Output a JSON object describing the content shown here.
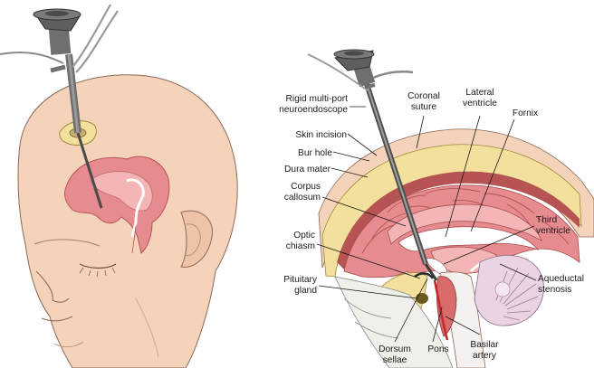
{
  "labels": {
    "endoscope": [
      "Rigid multi-port",
      "neuroendoscope"
    ],
    "skin": "Skin incision",
    "burr": "Bur hole",
    "dura": "Dura mater",
    "corpus": [
      "Corpus",
      "callosum"
    ],
    "optic": [
      "Optic",
      "chiasm"
    ],
    "pituitary": [
      "Pituitary",
      "gland"
    ],
    "coronal": [
      "Coronal",
      "suture"
    ],
    "lateral": [
      "Lateral",
      "ventricle"
    ],
    "fornix": "Fornix",
    "third": [
      "Third",
      "ventricle"
    ],
    "aqueduct": [
      "Aqueductal",
      "stenosis"
    ],
    "dorsum": [
      "Dorsum",
      "sellae"
    ],
    "pons": "Pons",
    "basilar": [
      "Basilar",
      "artery"
    ]
  },
  "colors": {
    "skin": "#f5d2ba",
    "skin_shadow": "#e8b79b",
    "brain": "#e68b90",
    "brain_light": "#f3b5b5",
    "bone": "#f3e09c",
    "metal": "#6f6f6f",
    "ventricle": "#ffffff",
    "dura": "#b65353",
    "cerebellum": "#ead3e2"
  }
}
